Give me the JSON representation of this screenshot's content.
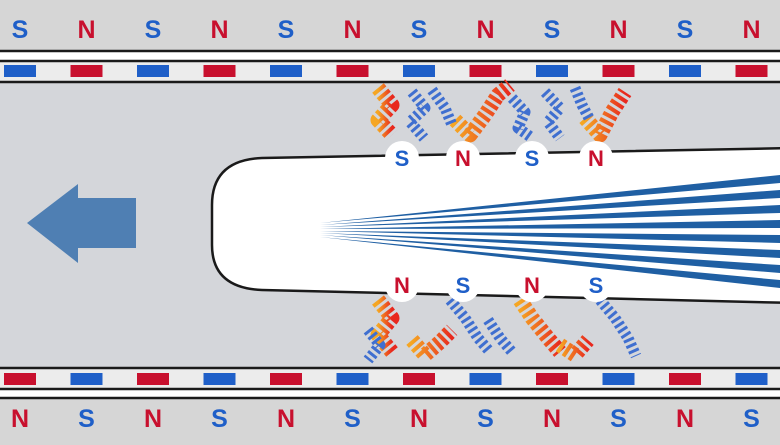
{
  "colors": {
    "north": "#c8102e",
    "south": "#1f5fc8",
    "track_bg": "#d6d6d6",
    "tube_bg": "#d4d6da",
    "train_body": "#ffffff",
    "outline": "#1a1a1a",
    "arrow": "#4f7fb3",
    "stripes": "#1f5fa3",
    "attract_a": "#f5a623",
    "attract_b": "#e8281e",
    "repel_a": "#3f6fd0",
    "repel_b": "#cfdcf5"
  },
  "icons": {
    "direction": "arrow-left-icon"
  },
  "top_track": {
    "poles": [
      "S",
      "N",
      "S",
      "N",
      "S",
      "N",
      "S",
      "N",
      "S",
      "N",
      "S",
      "N"
    ]
  },
  "bottom_track": {
    "poles": [
      "N",
      "S",
      "N",
      "S",
      "N",
      "S",
      "N",
      "S",
      "N",
      "S",
      "N",
      "S"
    ]
  },
  "train": {
    "top_poles": [
      "S",
      "N",
      "S",
      "N"
    ],
    "bottom_poles": [
      "N",
      "S",
      "N",
      "S"
    ]
  }
}
